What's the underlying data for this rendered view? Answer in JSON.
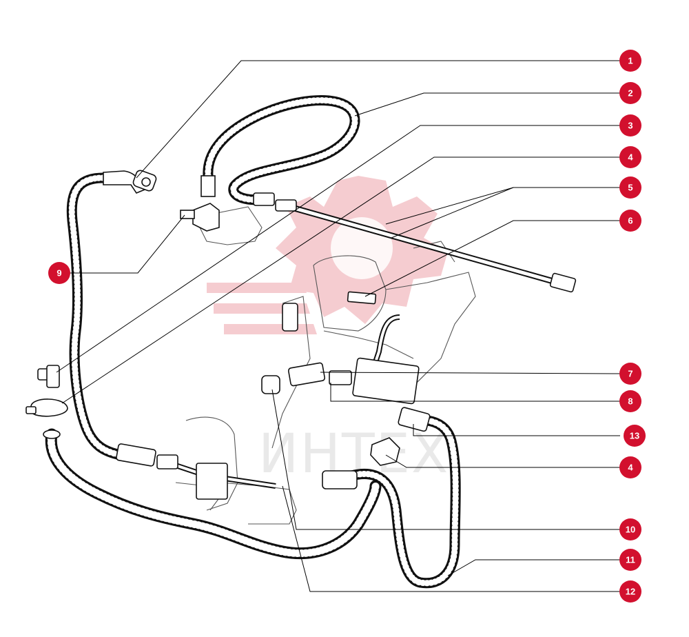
{
  "watermark": {
    "text": "ИНТЕХ",
    "color": "#e9e9e9",
    "gear_color": "#f4c7cb"
  },
  "callout_color": "#d2102e",
  "callouts": [
    {
      "label": "1"
    },
    {
      "label": "2"
    },
    {
      "label": "3"
    },
    {
      "label": "4"
    },
    {
      "label": "5"
    },
    {
      "label": "6"
    },
    {
      "label": "7"
    },
    {
      "label": "8"
    },
    {
      "label": "13"
    },
    {
      "label": "4"
    },
    {
      "label": "10"
    },
    {
      "label": "11"
    },
    {
      "label": "12"
    },
    {
      "label": "9"
    }
  ]
}
